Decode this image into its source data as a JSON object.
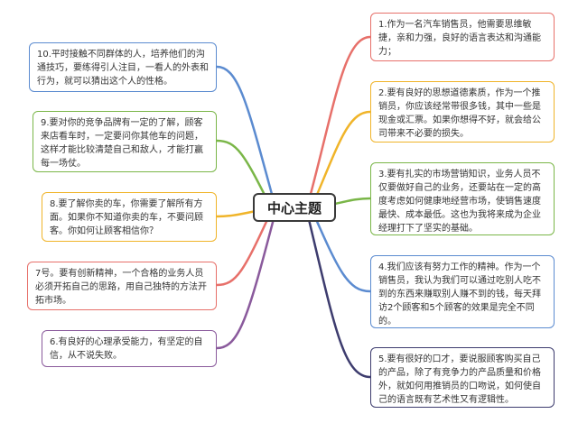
{
  "center": {
    "title": "中心主题"
  },
  "colors": {
    "blue": "#5b8bd0",
    "green": "#7ab648",
    "yellow": "#f0b429",
    "red": "#e7706a",
    "purple": "#8a5a9c",
    "navy": "#3d3c6e"
  },
  "nodes": {
    "n1": "1.作为一名汽车销售员，他需要思维敏捷，亲和力强，良好的语言表达和沟通能力；",
    "n2": "2.要有良好的思想道德素质，作为一个推销员，你应该经常带很多钱，其中一些是现金或汇票。如果你想得不好，就会给公司带来不必要的损失。",
    "n3": "3.要有扎实的市场营销知识，业务人员不仅要做好自己的业务，还要站在一定的高度考虑如何健康地经营市场，使销售速度最快、成本最低。这也为我将来成为企业经理打下了坚实的基础。",
    "n4": "4.我们应该有努力工作的精神。作为一个销售员，我认为我们可以通过吃别人吃不到的东西来赚取别人赚不到的钱，每天拜访2个顾客和5个顾客的效果是完全不同的。",
    "n5": "5.要有很好的口才，要说服顾客购买自己的产品，除了有竞争力的产品质量和价格外，就如何用推销员的口吻说，如何使自己的语言既有艺术性又有逻辑性。",
    "n6": "6.有良好的心理承受能力，有坚定的自信，从不说失败。",
    "n7": "7号。要有创新精神，一个合格的业务人员必须开拓自己的思路，用自己独特的方法开拓市场。",
    "n8": "8.要了解你卖的车，你需要了解所有方面。如果你不知道你卖的车，不要问顾客。你如何让顾客相信你？",
    "n9": "9.要对你的竞争品牌有一定的了解，顾客来店看车时，一定要问你其他车的问题，这样才能比较清楚自己和敌人，才能打赢每一场仗。",
    "n10": "10.平时接触不同群体的人，培养他们的沟通技巧，要练得引人注目，一看人的外表和行为，就可以猜出这个人的性格。"
  }
}
